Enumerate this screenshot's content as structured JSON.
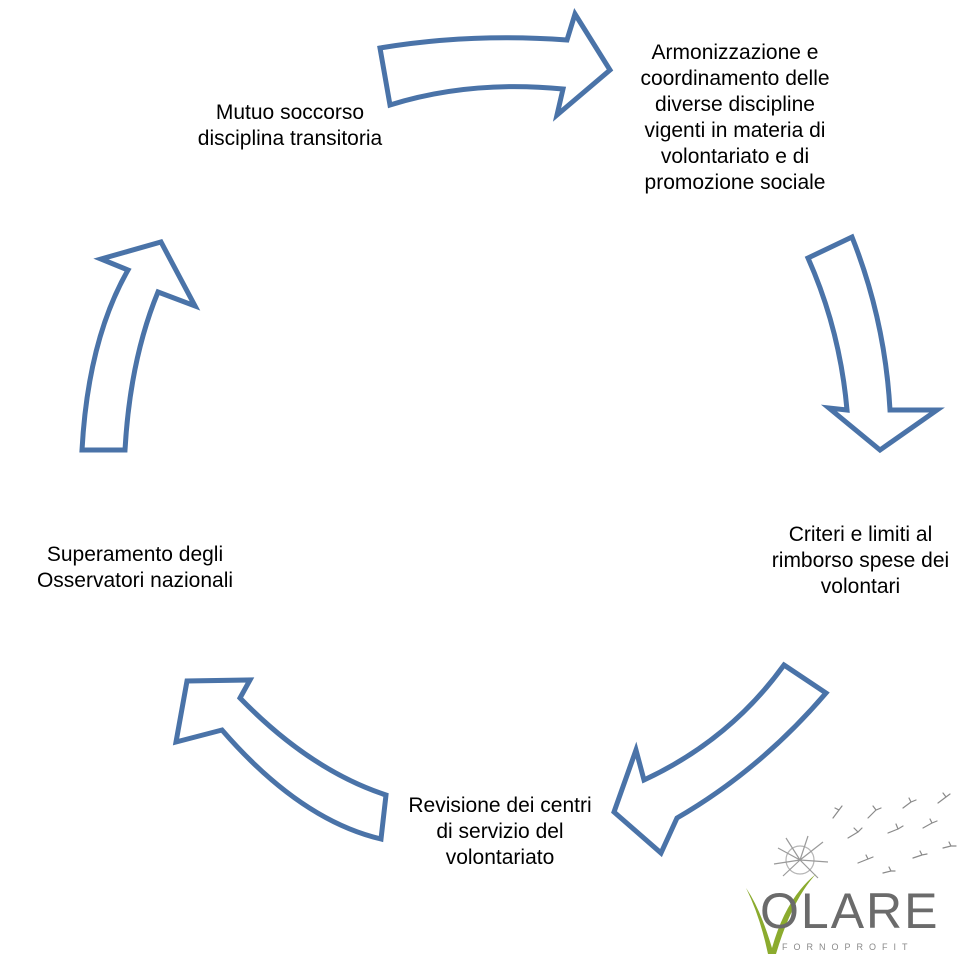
{
  "diagram": {
    "type": "cycle",
    "colors": {
      "arrow_stroke": "#4a73a8",
      "arrow_fill": "#ffffff",
      "text": "#000000"
    },
    "nodes": [
      {
        "id": "armonizzazione",
        "label": "Armonizzazione e\ncoordinamento delle\ndiverse discipline\nvigenti in materia di\nvolontariato e di\npromozione sociale"
      },
      {
        "id": "criteri",
        "label": "Criteri e limiti al\nrimborso spese dei\nvolontari"
      },
      {
        "id": "revisione",
        "label": "Revisione dei centri\ndi servizio del\nvolontariato"
      },
      {
        "id": "superamento",
        "label": "Superamento degli\nOsservatori nazionali"
      },
      {
        "id": "mutuo",
        "label": "Mutuo soccorso\ndisciplina transitoria"
      }
    ],
    "edges": [
      {
        "from": "mutuo",
        "to": "armonizzazione"
      },
      {
        "from": "armonizzazione",
        "to": "criteri"
      },
      {
        "from": "criteri",
        "to": "revisione"
      },
      {
        "from": "revisione",
        "to": "superamento"
      },
      {
        "from": "superamento",
        "to": "mutuo"
      }
    ]
  },
  "logo": {
    "wordmark": "OLARE",
    "tagline": "FORNOPROFIT",
    "initial_icon": "v-swoosh-icon",
    "decoration_icon": "dandelion-icon",
    "colors": {
      "v_green": "#8bab2e",
      "text_gray": "#6b6b6b"
    }
  }
}
